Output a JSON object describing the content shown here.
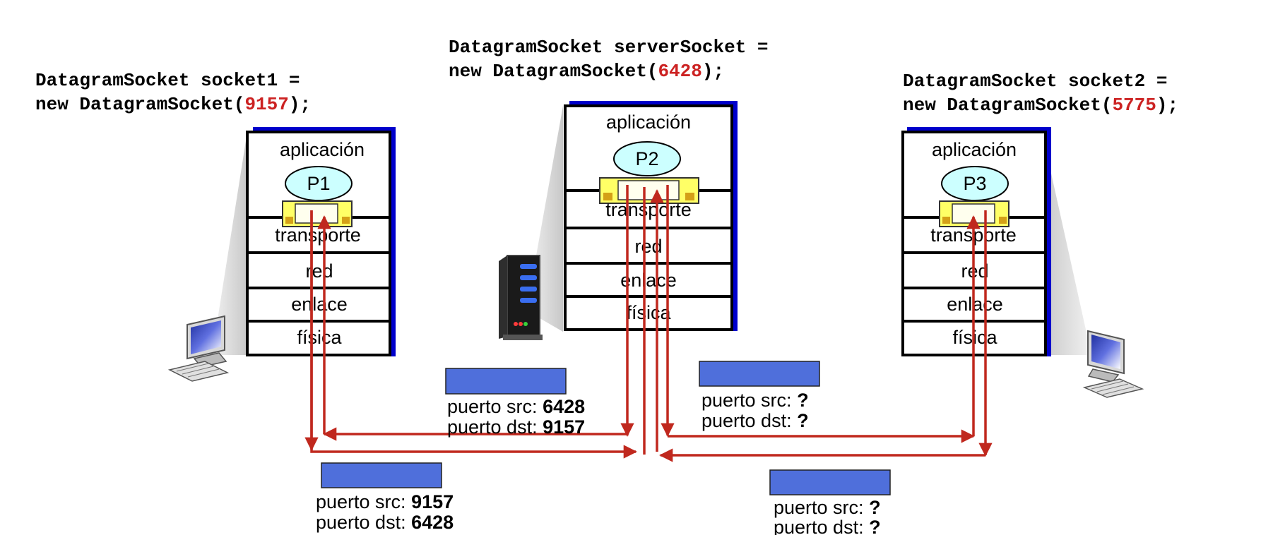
{
  "colors": {
    "stack_shadow": "#0000cc",
    "stack_border": "#000000",
    "process_fill": "#ccffff",
    "socket_fill": "#ffff66",
    "socket_inner": "#ffffee",
    "socket_tab": "#d4a017",
    "arrow": "#c0281e",
    "header_bar": "#4f6fdb",
    "port_number": "#cc2222",
    "cone": "#d9d9d9"
  },
  "sockets": {
    "client1": {
      "code_prefix": "DatagramSocket socket1 =",
      "code_new": "new DatagramSocket(",
      "port": "9157",
      "code_suffix": ");"
    },
    "server": {
      "code_prefix": "DatagramSocket serverSocket =",
      "code_new": "new DatagramSocket(",
      "port": "6428",
      "code_suffix": ");"
    },
    "client2": {
      "code_prefix": "DatagramSocket socket2 =",
      "code_new": "new DatagramSocket(",
      "port": "5775",
      "code_suffix": ");"
    }
  },
  "hosts": [
    {
      "id": "p1",
      "process": "P1",
      "layers": [
        "aplicación",
        "transporte",
        "red",
        "enlace",
        "física"
      ],
      "icon": "desktop-computer-icon"
    },
    {
      "id": "p2",
      "process": "P2",
      "layers": [
        "aplicación",
        "transporte",
        "red",
        "enlace",
        "física"
      ],
      "icon": "server-icon"
    },
    {
      "id": "p3",
      "process": "P3",
      "layers": [
        "aplicación",
        "transporte",
        "red",
        "enlace",
        "física"
      ],
      "icon": "desktop-computer-icon"
    }
  ],
  "segments": {
    "left_top": {
      "src_label": "puerto src:",
      "src_value": "6428",
      "dst_label": "puerto dst:",
      "dst_value": "9157"
    },
    "left_bottom": {
      "src_label": "puerto src:",
      "src_value": "9157",
      "dst_label": "puerto dst:",
      "dst_value": "6428"
    },
    "right_top": {
      "src_label": "puerto src:",
      "src_value": "?",
      "dst_label": "puerto dst:",
      "dst_value": "?"
    },
    "right_bottom": {
      "src_label": "puerto src:",
      "src_value": "?",
      "dst_label": "puerto dst:",
      "dst_value": "?"
    }
  }
}
